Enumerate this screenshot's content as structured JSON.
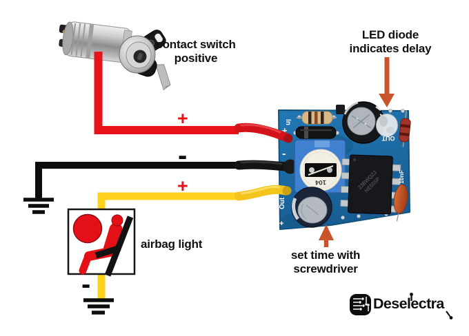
{
  "annotations": {
    "contact_switch": {
      "line1": "contact switch",
      "line2": "positive"
    },
    "led": {
      "line1": "LED diode",
      "line2": "indicates delay"
    },
    "set_time": {
      "line1": "set time with",
      "line2": "screwdriver"
    },
    "airbag": {
      "label": "airbag light"
    }
  },
  "wire_labels": {
    "ignition_positive": "+",
    "ground_negative": "-",
    "output_positive": "+",
    "airbag_ground_negative": "-"
  },
  "pcb": {
    "silkscreen": {
      "input": "In",
      "input_plus": "+",
      "input_minus": "-",
      "output": "Out",
      "output_plus": "+",
      "led_out": "OUT",
      "cap_value": "10nF"
    },
    "potentiometer_marking": "104",
    "ic_marking_line1": "23BWQZJ",
    "ic_marking_line2": "NE555P"
  },
  "logo": {
    "brand": "Deselectra"
  },
  "colors": {
    "positive_wire": "#e8121a",
    "ground_wire": "#0d0d0d",
    "output_wire": "#ffd21e",
    "annotation_arrow": "#c9532a",
    "pcb_board": "#1d6da6",
    "potentiometer": "#3f80cf",
    "airbag_icon_red": "#e31117"
  }
}
